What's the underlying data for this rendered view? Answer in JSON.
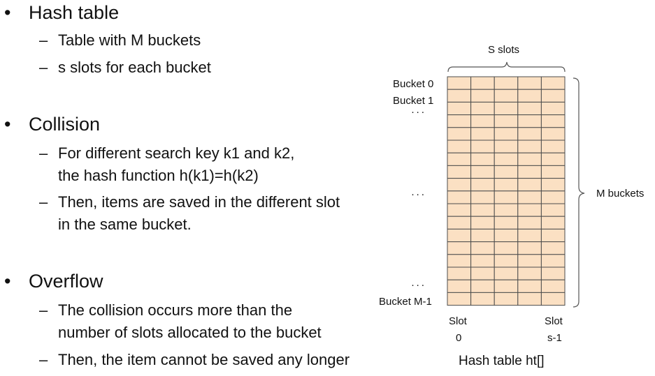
{
  "bullets": [
    {
      "title": "Hash table",
      "items": [
        [
          "Table with M buckets"
        ],
        [
          "s slots for each bucket"
        ]
      ]
    },
    {
      "title": "Collision",
      "items": [
        [
          "For different search key k1 and k2,",
          "the hash function h(k1)=h(k2)"
        ],
        [
          "Then, items are saved in the different slot",
          "in the same bucket."
        ]
      ]
    },
    {
      "title": "Overflow",
      "items": [
        [
          "The collision occurs more than the",
          "number of slots allocated to the bucket"
        ],
        [
          "Then, the item cannot be saved any longer"
        ]
      ]
    }
  ],
  "bullet_glyph": "•",
  "dash_glyph": "–",
  "diagram": {
    "slots_label": "S slots",
    "buckets_label": "M buckets",
    "bucket_labels": {
      "first": "Bucket 0",
      "second": "Bucket 1",
      "last": "Bucket M-1"
    },
    "ellipsis": "· · ·",
    "slot_first": {
      "line1": "Slot",
      "line2": "0"
    },
    "slot_last": {
      "line1": "Slot",
      "line2": "s-1"
    },
    "caption": "Hash table ht[]",
    "cell_fill": "#fbe0c3",
    "grid_color": "#4d4d4d"
  }
}
